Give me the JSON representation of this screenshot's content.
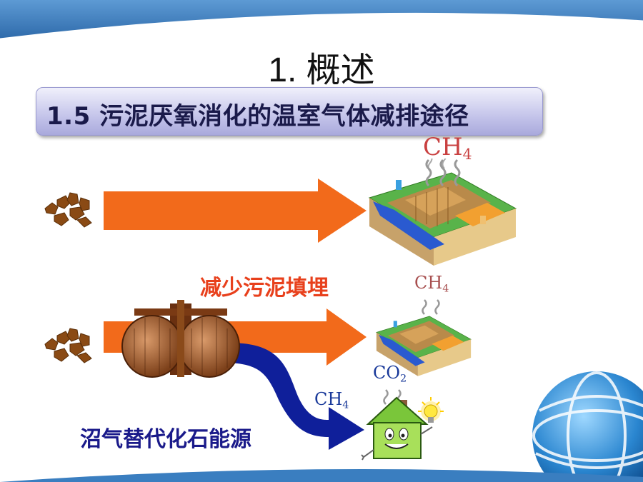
{
  "slide": {
    "title": "1. 概述",
    "subtitle": "1.5 污泥厌氧消化的温室气体减排途径"
  },
  "labels": {
    "reduce_landfill": "减少污泥填埋",
    "biogas_replace": "沼气替代化石能源"
  },
  "gases": {
    "ch4_main": "CH",
    "ch4_sub": "4",
    "co2_main": "CO",
    "co2_sub": "2"
  },
  "colors": {
    "orange_arrow": "#f26a1b",
    "blue_arrow": "#0f1f9a",
    "label_red": "#e8401c",
    "label_blue": "#1a1a8a",
    "band_blue": "#3a7ec0"
  }
}
